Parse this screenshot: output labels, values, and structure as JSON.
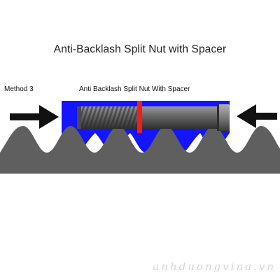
{
  "title": "Anti-Backlash Split Nut with Spacer",
  "method_label": "Method 3",
  "diagram_label": "Anti Backlash Split Nut With Spacer",
  "watermark": "anhduongvina.vn",
  "colors": {
    "nut_body": "#1414ff",
    "spacer": "#ff1a1a",
    "rod": "#6b6b6b",
    "rod_dark": "#3f3f3f",
    "rack": "#5f5f5f",
    "arrow": "#111111",
    "background": "#ffffff"
  },
  "icons": {
    "left_arrow": "arrow-right-icon",
    "right_arrow": "arrow-left-icon"
  }
}
